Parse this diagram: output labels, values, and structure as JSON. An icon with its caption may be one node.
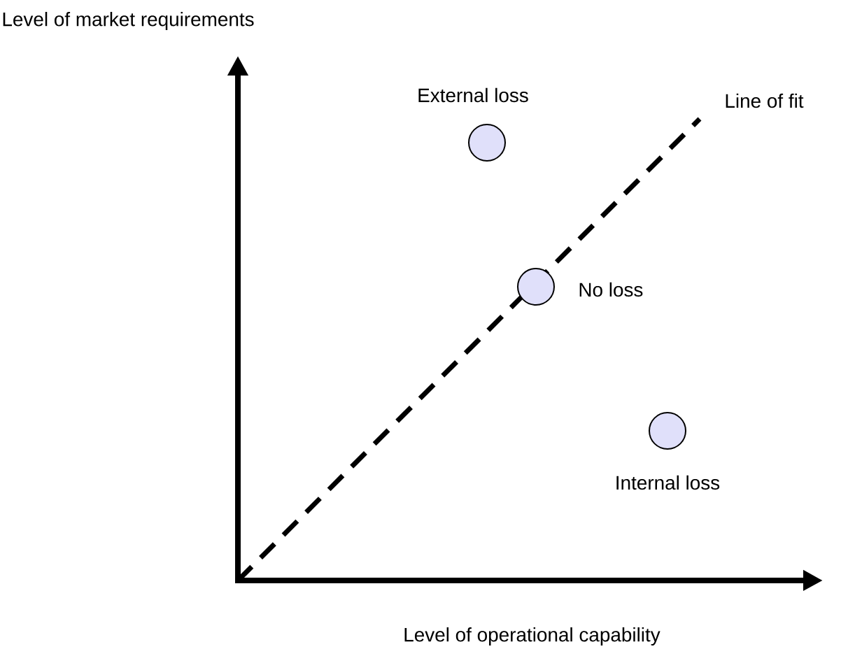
{
  "diagram": {
    "nodes": [
      {
        "text": [],
        "shape": "circle",
        "beside": [
          "External loss"
        ]
      },
      {
        "text": [],
        "shape": "circle",
        "beside": [
          "No loss"
        ]
      },
      {
        "text": [],
        "shape": "circle",
        "beside": [
          "Internal loss"
        ]
      }
    ],
    "labels": [
      "Level of market requirements",
      "Line of fit",
      "Level of operational capability"
    ]
  }
}
